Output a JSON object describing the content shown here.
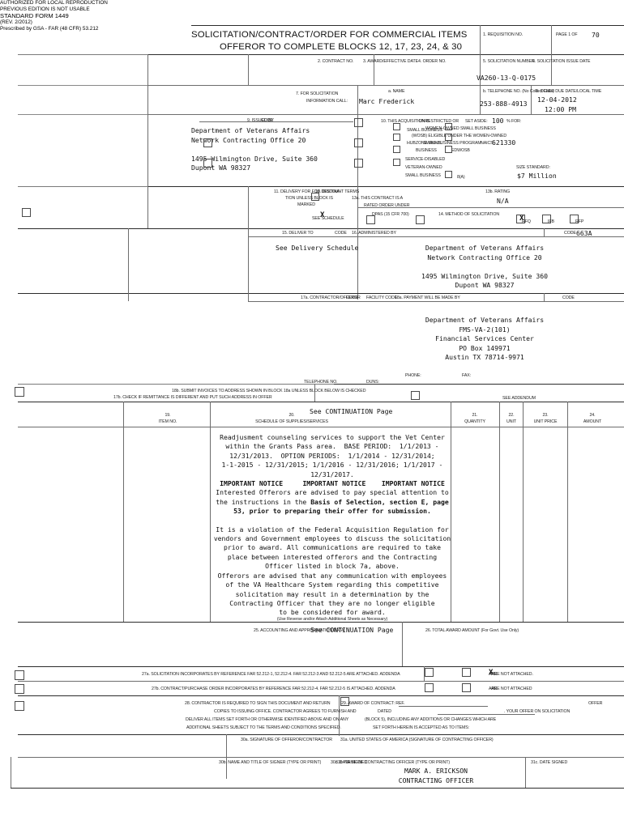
{
  "form": {
    "title_line1": "SOLICITATION/CONTRACT/ORDER FOR COMMERCIAL ITEMS",
    "title_line2": "OFFEROR TO COMPLETE BLOCKS 12, 17, 23, 24, & 30",
    "footer_left_line1": "AUTHORIZED FOR LOCAL REPRODUCTION",
    "footer_left_line2": "PREVIOUS EDITION IS NOT USABLE",
    "footer_right_line1": "STANDARD FORM 1449",
    "footer_right_rev": "(REV. 2/2012)",
    "footer_right_line2": "Prescribed by GSA - FAR (48 CFR) 53.212"
  },
  "blocks": {
    "b1_label": "1. REQUISITION NO.",
    "b1_value": "",
    "page_label": "PAGE 1 OF",
    "page_of": "70",
    "b2_label": "2. CONTRACT NO.",
    "b2_value": "",
    "b3_label": "3. AWARD/EFFECTIVE DATE",
    "b3_value": "",
    "b4_label": "4. ORDER NO.",
    "b4_value": "",
    "b5_label": "5. SOLICITATION NUMBER",
    "b5_value": "VA260-13-Q-0175",
    "b6_label": "6. SOLICITATION ISSUE DATE",
    "b6_value": "",
    "b7_label_l1": "7. FOR SOLICITATION",
    "b7_label_l2": "INFORMATION CALL:",
    "b7a_label": "a. NAME",
    "b7a_value": "Marc Frederick",
    "b7b_label": "b. TELEPHONE NO. (No Collect Calls)",
    "b7b_value": "253-888-4913",
    "b8_label": "8. OFFER DUE DATE/LOCAL TIME",
    "b8_value_date": "12-04-2012",
    "b8_value_time": "12:00 PM",
    "b9_label": "9. ISSUED BY",
    "b9_code_label": "CODE",
    "b9_code_value": "",
    "b9_address": "Department of Veterans Affairs\nNetwork Contracting Office 20\n\n1495 Wilmington Drive, Suite 360\nDupont WA 98327",
    "b10_label": "10. THIS ACQUISITION IS",
    "b10_unrestricted": "UNRESTRICTED OR",
    "b10_setaside": "SET ASIDE:",
    "b10_pct": "100",
    "b10_for": "% FOR:",
    "b10_sb": "SMALL BUSINESS",
    "b10_wosb_l1": "WOMEN-OWNED SMALL BUSINESS",
    "b10_wosb_l2": "(WOSB) ELIGIBLE UNDER THE WOMEN-OWNED",
    "b10_wosb_l3": "SMALL BUSINESS PROGRAM",
    "b10_hubzone_l1": "HUBZONE SMALL",
    "b10_hubzone_l2": "BUSINESS",
    "b10_edwosb": "EDWOSB",
    "b10_sdvosb_l1": "SERVICE-DISABLED",
    "b10_sdvosb_l2": "VETERAN-OWNED",
    "b10_sdvosb_l3": "SMALL BUSINESS",
    "b10_8a": "8(A)",
    "b10_naics_label": "NAICS:",
    "b10_naics_value": "621330",
    "b10_size_label": "SIZE STANDARD:",
    "b10_size_value": "$7 Million",
    "b11_label_l1": "11. DELIVERY FOR FOB DESTINA-",
    "b11_label_l2": "TION UNLESS BLOCK IS",
    "b11_label_l3": "MARKED",
    "b11_see": "SEE SCHEDULE",
    "b11_checked": "X",
    "b12_label": "12. DISCOUNT TERMS",
    "b12_value": "",
    "b13a_label_l1": "13a. THIS CONTRACT IS A",
    "b13a_label_l2": "RATED ORDER UNDER",
    "b13a_label_l3": "DPAS (15 CFR 700)",
    "b13b_label": "13b. RATING",
    "b13b_value": "N/A",
    "b14_label": "14. METHOD OF SOLICITATION",
    "b14_rfq": "RFQ",
    "b14_ifb": "IFB",
    "b14_rfp": "RFP",
    "b14_checked": "X",
    "b15_label": "15. DELIVER TO",
    "b15_code_label": "CODE",
    "b15_code_value": "",
    "b15_value": "See Delivery Schedule",
    "b16_label": "16. ADMINISTERED BY",
    "b16_code_label": "CODE",
    "b16_code_value": "663A",
    "b16_address": "Department of Veterans Affairs\nNetwork Contracting Office 20\n\n1495 Wilmington Drive, Suite 360\nDupont WA 98327",
    "b17a_label": "17a. CONTRACTOR/OFFEROR",
    "b17a_code_label": "CODE",
    "b17a_facility_label": "FACILITY CODE",
    "b17a_phone_label": "TELEPHONE NO.",
    "b17a_duns_label": "DUNS:",
    "b17b_label": "17b. CHECK IF REMITTANCE IS DIFFERENT AND PUT SUCH ADDRESS IN OFFER",
    "b18a_label": "18a. PAYMENT WILL BE MADE BY",
    "b18a_code_label": "CODE",
    "b18a_code_value": "",
    "b18a_address": "Department of Veterans Affairs\nFMS-VA-2(101)\nFinancial Services Center\nPO Box 149971\nAustin TX 78714-9971",
    "b18a_phone": "PHONE:",
    "b18a_fax": "FAX:",
    "b18b_label": "18b. SUBMIT INVOICES TO ADDRESS SHOWN IN BLOCK 18a UNLESS BLOCK BELOW IS CHECKED",
    "b18b_addendum": "SEE ADDENDUM",
    "b19_label_l1": "19.",
    "b19_label_l2": "ITEM NO.",
    "b20_label_l1": "20.",
    "b20_label_l2": "SCHEDULE OF SUPPLIES/SERVICES",
    "b21_label_l1": "21.",
    "b21_label_l2": "QUANTITY",
    "b22_label_l1": "22.",
    "b22_label_l2": "UNIT",
    "b23_label_l1": "23.",
    "b23_label_l2": "UNIT PRICE",
    "b24_label_l1": "24.",
    "b24_label_l2": "AMOUNT",
    "continuation_top": "See CONTINUATION Page",
    "use_reverse": "(Use Reverse and/or Attach Additional Sheets as Necessary)",
    "b25_label": "25. ACCOUNTING AND APPROPRIATION DATA",
    "b25_value": "See CONTINUATION Page",
    "b26_label": "26. TOTAL AWARD AMOUNT (For Govt. Use Only)",
    "b26_value": "",
    "b27a_label": "27a. SOLICITATION INCORPORATES BY REFERENCE FAR 52.212-1, 52.212-4. FAR 52.212-3 AND 52.212-5 ARE ATTACHED.  ADDENDA",
    "b27a_are": "ARE",
    "b27a_arenot": "ARE NOT ATTACHED.",
    "b27a_checked": "X",
    "b27b_label": "27b. CONTRACT/PURCHASE ORDER INCORPORATES BY REFERENCE FAR 52.212-4. FAR 52.212-5 IS ATTACHED.  ADDENDA",
    "b27b_are": "ARE",
    "b27b_arenot": "ARE NOT ATTACHED",
    "b28_l1a": "28. CONTRACTOR IS REQUIRED TO SIGN THIS DOCUMENT AND RETURN",
    "b28_l1b": "COPIES TO ISSUING OFFICE.  CONTRACTOR AGREES TO FURNISH AND",
    "b28_l1c": "DELIVER ALL ITEMS SET FORTH OR OTHERWISE IDENTIFIED ABOVE AND ON ANY",
    "b28_l1d": "ADDITIONAL SHEETS SUBJECT TO THE TERMS AND CONDITIONS SPECIFIED.",
    "b29_l1a": "29. AWARD OF CONTRACT: REF.",
    "b29_l1b": "OFFER",
    "b29_l2a": "DATED",
    "b29_l2b": ".  YOUR OFFER ON SOLICITATION",
    "b29_l3": "(BLOCK 5), INCLUDING ANY ADDITIONS OR CHANGES WHICH ARE",
    "b29_l4": "SET FORTH HEREIN IS ACCEPTED AS TO ITEMS:",
    "b30a_label": "30a. SIGNATURE OF OFFEROR/CONTRACTOR",
    "b31a_label": "31a. UNITED STATES OF AMERICA (SIGNATURE OF CONTRACTING OFFICER)",
    "b30b_label": "30b. NAME AND TITLE OF SIGNER (TYPE OR PRINT)",
    "b30c_label": "30c. DATE SIGNED",
    "b31b_label": "31b. NAME OF CONTRACTING OFFICER (TYPE OR PRINT)",
    "b31c_label": "31c. DATE SIGNED",
    "b31b_value_l1": "MARK A. ERICKSON",
    "b31b_value_l2": "CONTRACTING OFFICER"
  },
  "body": {
    "lines": [
      "Readjusment counseling services to support the Vet Center",
      "within the Grants Pass area.  BASE PERIOD:  1/1/2013 -",
      "12/31/2013.  OPTION PERIODS:  1/1/2014 - 12/31/2014;",
      "1-1-2015 - 12/31/2015; 1/1/2016 - 12/31/2016; 1/1/2017 -",
      "12/31/2017."
    ],
    "notice_line": "IMPORTANT NOTICE     IMPORTANT NOTICE    IMPORTANT NOTICE",
    "notice_a": "Interested Offerors are advised to pay special attention to",
    "notice_b_pre": "the instructions in the ",
    "notice_b_bold": "Basis of Selection, section E, page",
    "notice_c_bold": "53, prior to preparing their offer for submission.",
    "para2": [
      "It is a violation of the Federal Acquisition Regulation for",
      "vendors and Government employees to discuss the solicitation",
      "prior to award. All communications are required to take",
      "place between interested offerors and the Contracting",
      "Officer listed in block 7a, above."
    ],
    "para3": [
      "Offerors are advised that any communication with employees",
      "of the VA Healthcare System regarding this competitive",
      "solicitation may result in a determination by the",
      "Contracting Officer that they are no longer eligible",
      "to be considered for award."
    ]
  }
}
